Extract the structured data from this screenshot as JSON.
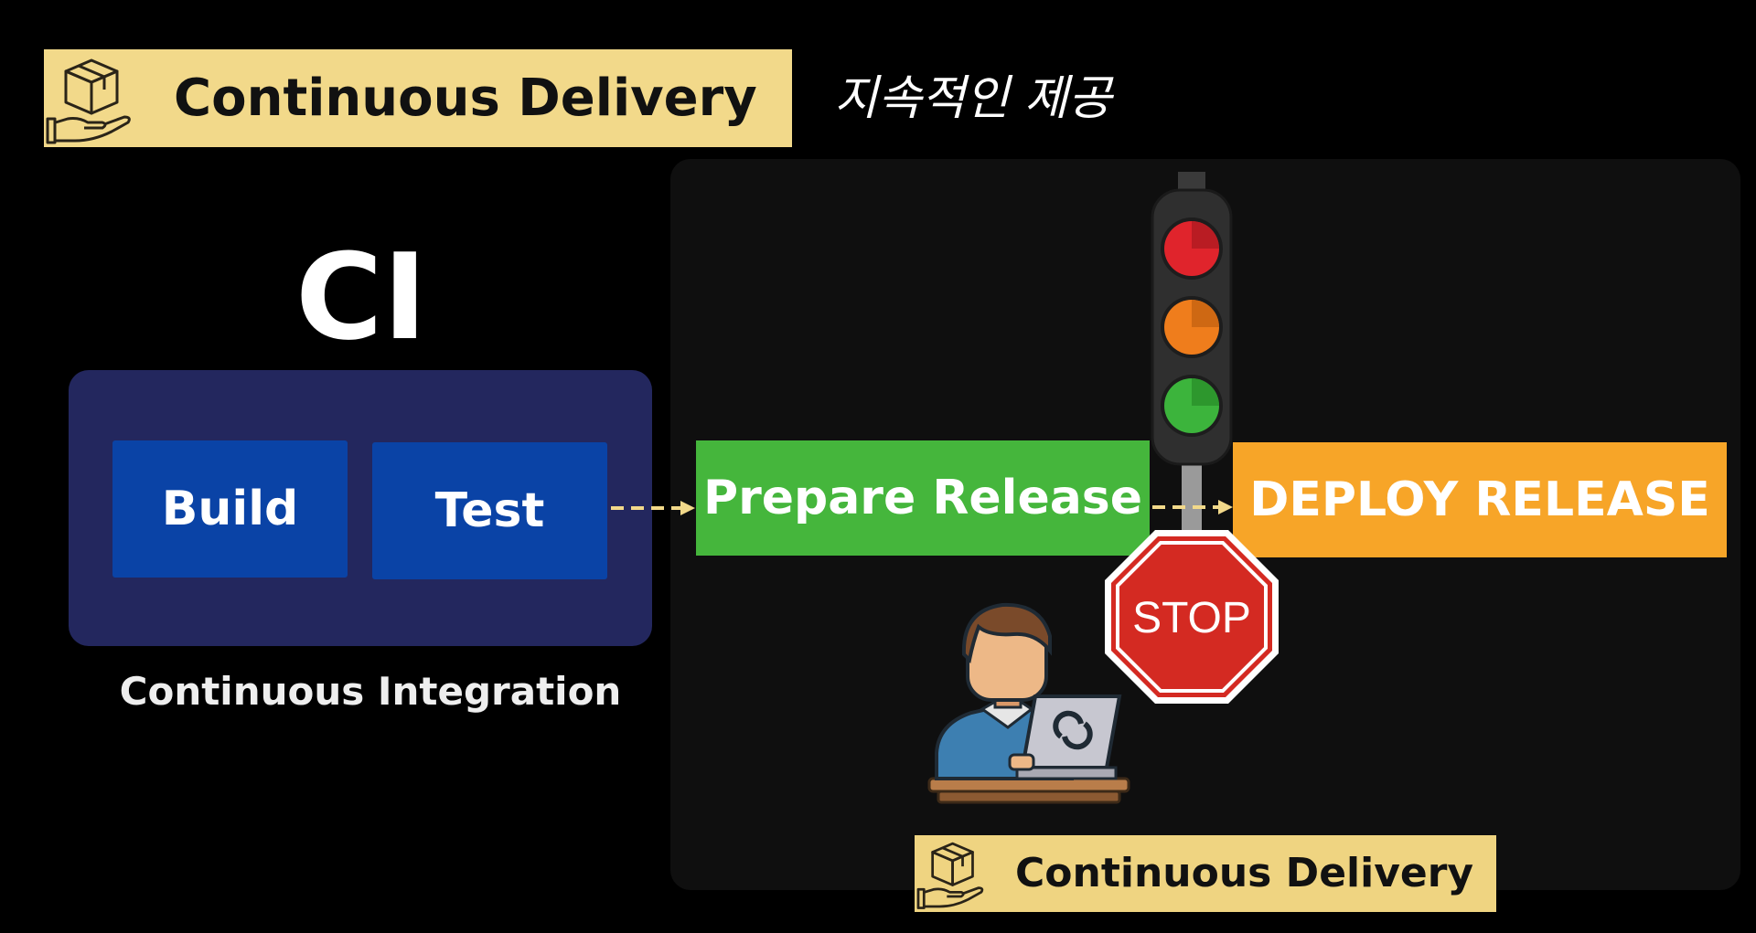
{
  "header": {
    "title": "Continuous Delivery",
    "subtitle_korean": "지속적인 제공",
    "icon": "package-hand-icon"
  },
  "ci": {
    "heading": "CI",
    "steps": [
      "Build",
      "Test"
    ],
    "caption": "Continuous Integration"
  },
  "release": {
    "prepare_label": "Prepare Release",
    "deploy_label": "DEPLOY RELEASE",
    "stop_sign_label": "STOP"
  },
  "footer": {
    "title": "Continuous Delivery",
    "icon": "package-hand-icon"
  },
  "colors": {
    "banner": "#f2d98a",
    "ci_box": "#23275e",
    "step_box": "#0a43a6",
    "prepare": "#45b63c",
    "deploy": "#f7a528",
    "stop": "#d42a22",
    "arrow": "#f2d98a"
  },
  "icons": [
    "package-hand-icon",
    "traffic-light-icon",
    "stop-sign-icon",
    "developer-laptop-icon"
  ]
}
